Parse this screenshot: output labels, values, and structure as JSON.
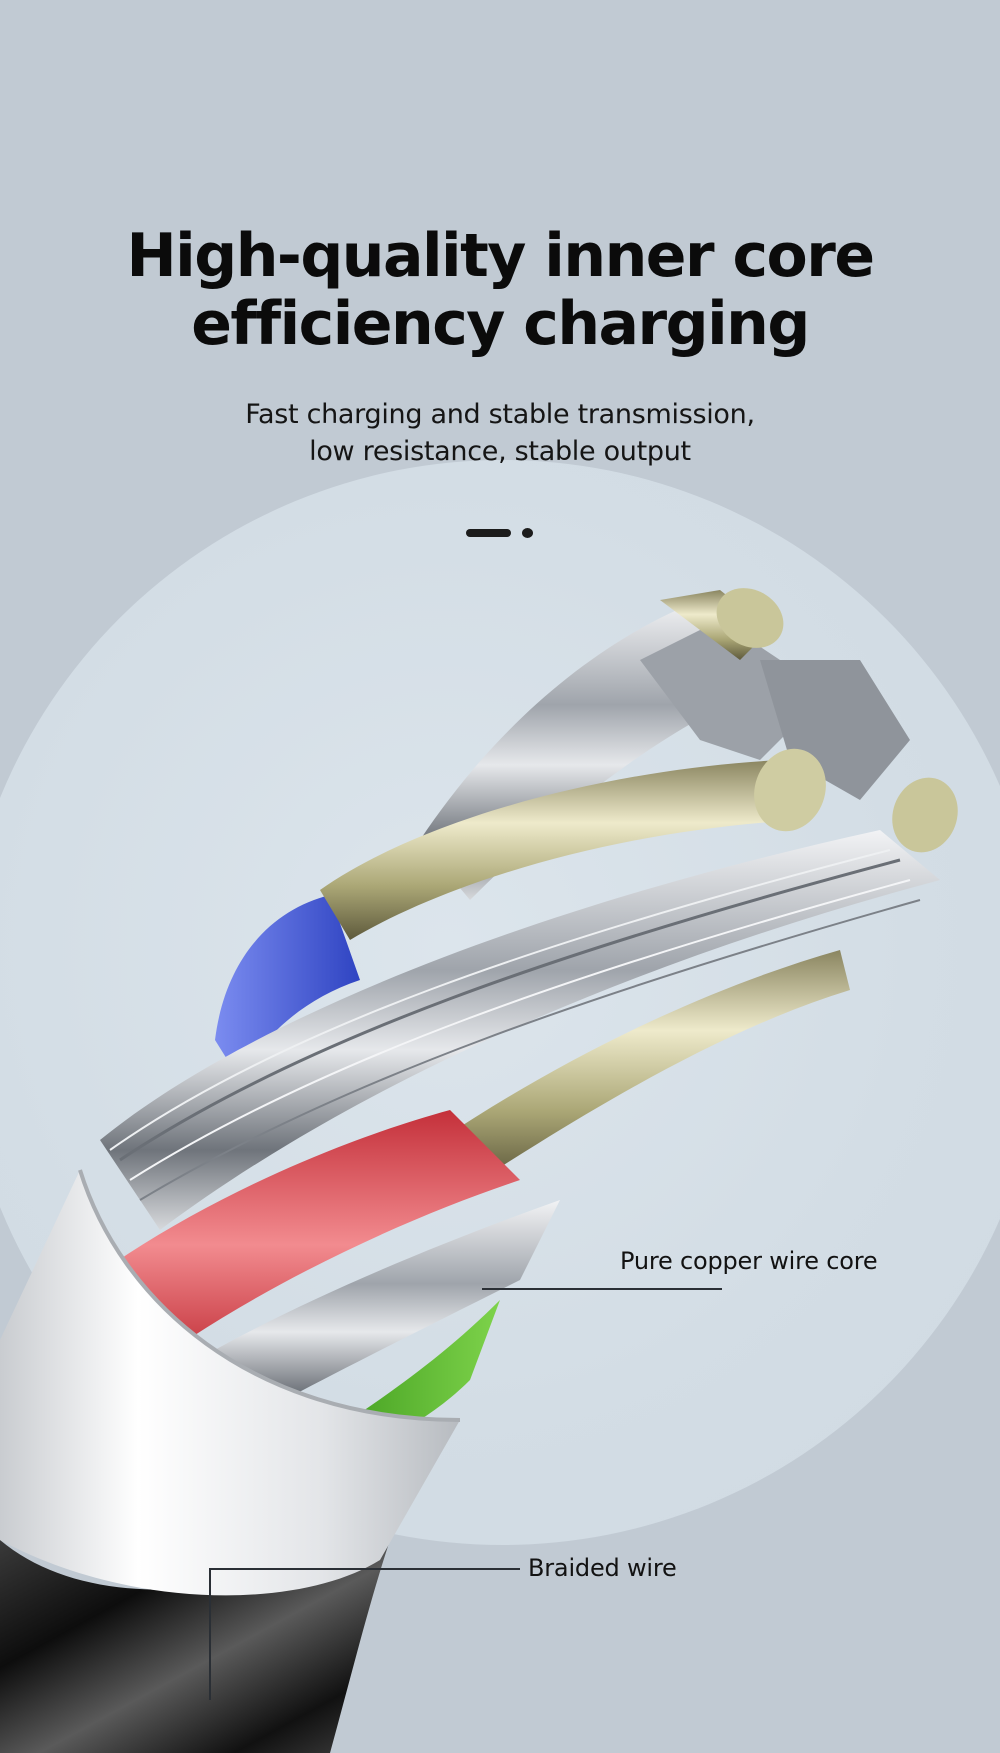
{
  "headline": {
    "line1": "High-quality inner core",
    "line2": "efficiency charging"
  },
  "subhead": {
    "line1": "Fast charging and stable transmission,",
    "line2": "low resistance, stable output"
  },
  "carousel_indicator": {
    "active_index": 0,
    "count": 2
  },
  "callouts": {
    "copper_core": "Pure copper wire core",
    "braided_wire": "Braided wire"
  },
  "colors": {
    "background": "#c1cad3",
    "circle": "#d6dfe6",
    "text": "#0b0b0b",
    "insulation_red": "#d9454a",
    "insulation_blue": "#4a5fd6",
    "insulation_green": "#4fb52a",
    "copper_tinned": "#c9c69a",
    "strand_silver": "#b8bcc2",
    "sleeve_white": "#e8eaec",
    "braid_black": "#1a1a1a"
  }
}
